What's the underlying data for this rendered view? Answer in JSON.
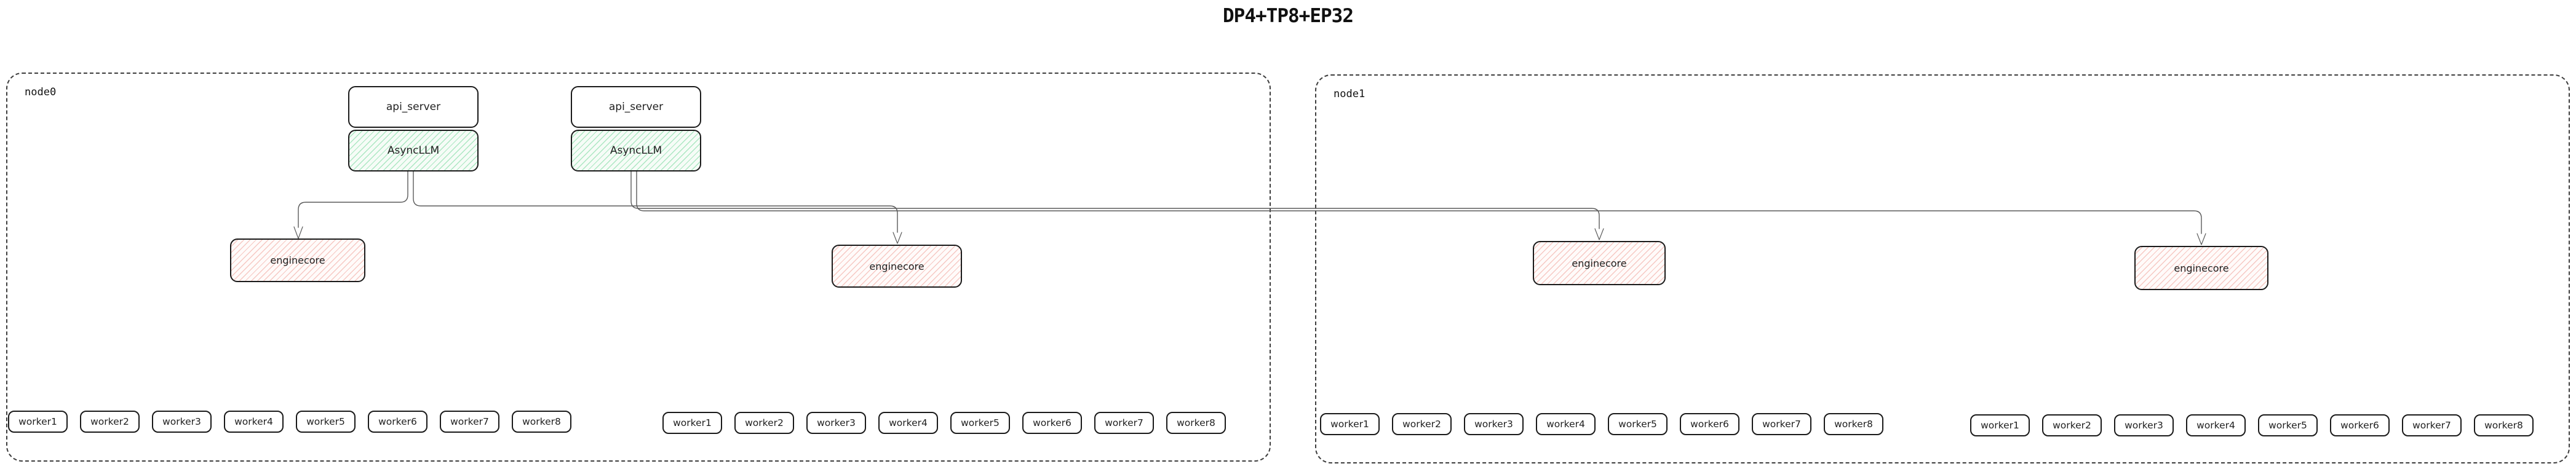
{
  "title": "DP4+TP8+EP32",
  "nodes": [
    {
      "label": "node0"
    },
    {
      "label": "node1"
    }
  ],
  "stacks": [
    {
      "api_server": "api_server",
      "asyncllm": "AsyncLLM"
    },
    {
      "api_server": "api_server",
      "asyncllm": "AsyncLLM"
    }
  ],
  "enginecores": [
    {
      "label": "enginecore"
    },
    {
      "label": "enginecore"
    },
    {
      "label": "enginecore"
    },
    {
      "label": "enginecore"
    }
  ],
  "worker_groups": [
    {
      "workers": [
        "worker1",
        "worker2",
        "worker3",
        "worker4",
        "worker5",
        "worker6",
        "worker7",
        "worker8"
      ]
    },
    {
      "workers": [
        "worker1",
        "worker2",
        "worker3",
        "worker4",
        "worker5",
        "worker6",
        "worker7",
        "worker8"
      ]
    },
    {
      "workers": [
        "worker1",
        "worker2",
        "worker3",
        "worker4",
        "worker5",
        "worker6",
        "worker7",
        "worker8"
      ]
    },
    {
      "workers": [
        "worker1",
        "worker2",
        "worker3",
        "worker4",
        "worker5",
        "worker6",
        "worker7",
        "worker8"
      ]
    }
  ],
  "colors": {
    "async_hatch": "#6ed696",
    "engine_hatch": "#ee968c",
    "connector": "#5a5a5a",
    "border": "#1a1a1a"
  }
}
